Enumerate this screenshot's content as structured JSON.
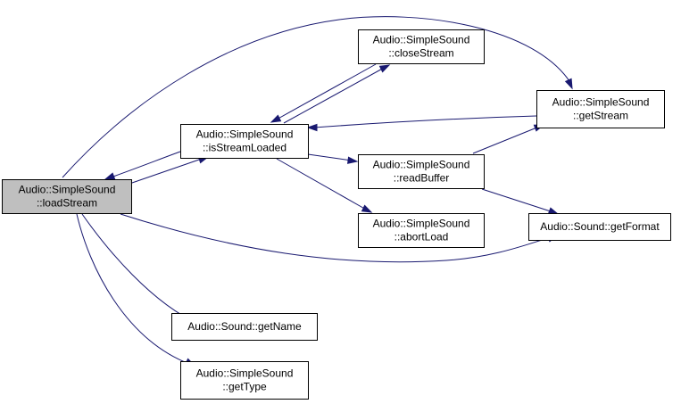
{
  "colors": {
    "edge": "#191970",
    "node_fill": "#ffffff",
    "highlight_fill": "#bfbfbf",
    "border": "#000000"
  },
  "nodes": [
    {
      "id": "loadStream",
      "lines": [
        "Audio::SimpleSound",
        "::loadStream"
      ],
      "highlighted": true
    },
    {
      "id": "isStreamLoaded",
      "lines": [
        "Audio::SimpleSound",
        "::isStreamLoaded"
      ]
    },
    {
      "id": "closeStream",
      "lines": [
        "Audio::SimpleSound",
        "::closeStream"
      ]
    },
    {
      "id": "getStream",
      "lines": [
        "Audio::SimpleSound",
        "::getStream"
      ]
    },
    {
      "id": "readBuffer",
      "lines": [
        "Audio::SimpleSound",
        "::readBuffer"
      ]
    },
    {
      "id": "abortLoad",
      "lines": [
        "Audio::SimpleSound",
        "::abortLoad"
      ]
    },
    {
      "id": "getFormat",
      "lines": [
        "Audio::Sound::getFormat"
      ]
    },
    {
      "id": "getName",
      "lines": [
        "Audio::Sound::getName"
      ]
    },
    {
      "id": "getType",
      "lines": [
        "Audio::SimpleSound",
        "::getType"
      ]
    }
  ],
  "edges": [
    {
      "from": "loadStream",
      "to": "getStream"
    },
    {
      "from": "loadStream",
      "to": "isStreamLoaded"
    },
    {
      "from": "loadStream",
      "to": "getFormat"
    },
    {
      "from": "loadStream",
      "to": "getName"
    },
    {
      "from": "loadStream",
      "to": "getType"
    },
    {
      "from": "isStreamLoaded",
      "to": "loadStream"
    },
    {
      "from": "isStreamLoaded",
      "to": "closeStream"
    },
    {
      "from": "closeStream",
      "to": "isStreamLoaded"
    },
    {
      "from": "isStreamLoaded",
      "to": "readBuffer"
    },
    {
      "from": "isStreamLoaded",
      "to": "abortLoad"
    },
    {
      "from": "getStream",
      "to": "isStreamLoaded"
    },
    {
      "from": "readBuffer",
      "to": "getStream"
    },
    {
      "from": "readBuffer",
      "to": "getFormat"
    }
  ]
}
